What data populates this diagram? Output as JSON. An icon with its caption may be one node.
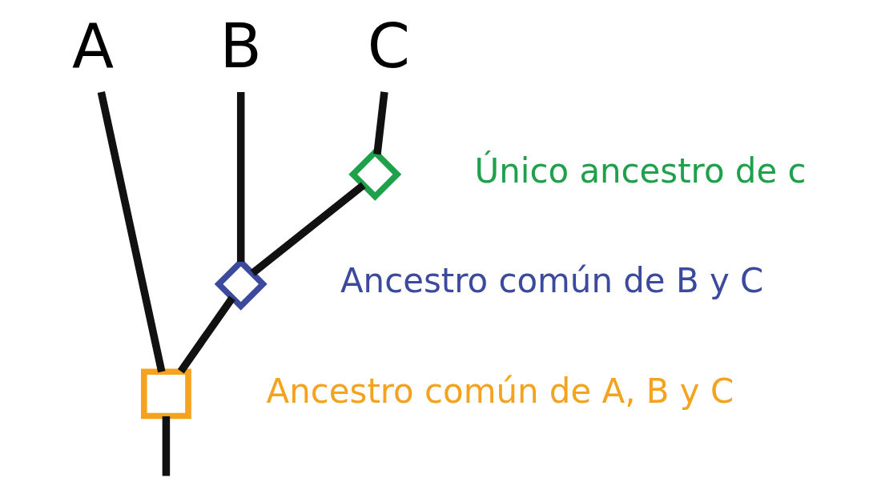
{
  "diagram": {
    "nodes": [
      {
        "text": [
          "A"
        ]
      },
      {
        "text": [
          "B"
        ]
      },
      {
        "text": [
          "C"
        ]
      },
      {
        "text": [],
        "shape": "box",
        "beside": [
          "Ancestro común de A, B y C"
        ]
      },
      {
        "text": [],
        "shape": "diamond",
        "beside": [
          "Ancestro común de B y C"
        ]
      },
      {
        "text": [],
        "shape": "diamond",
        "beside": [
          "Único ancestro de c"
        ]
      }
    ],
    "edges": [
      {
        "from": null,
        "to": 3,
        "arrow": "none"
      },
      {
        "from": 3,
        "to": 0,
        "arrow": "none"
      },
      {
        "from": 3,
        "to": 4,
        "arrow": "none"
      },
      {
        "from": 4,
        "to": 1,
        "arrow": "none"
      },
      {
        "from": 4,
        "to": 5,
        "arrow": "none"
      },
      {
        "from": 5,
        "to": 2,
        "arrow": "none"
      }
    ]
  }
}
